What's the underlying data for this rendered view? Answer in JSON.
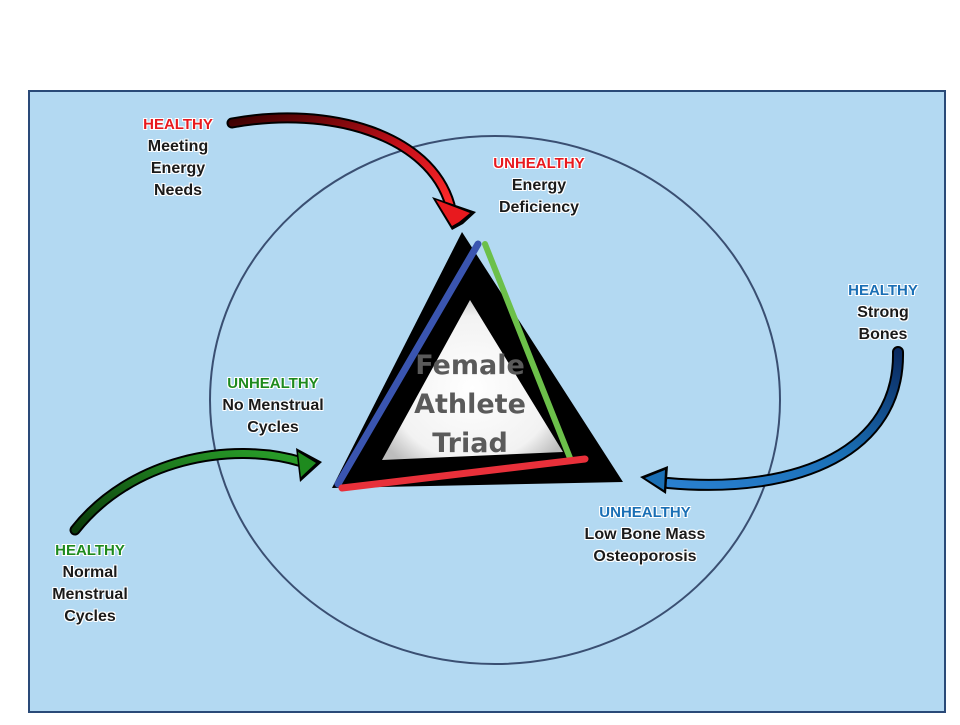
{
  "center": {
    "lines": [
      "Female",
      "Athlete",
      "Triad"
    ]
  },
  "labels": {
    "energy_healthy": {
      "status": "HEALTHY",
      "lines": [
        "Meeting",
        "Energy",
        "Needs"
      ]
    },
    "energy_unhealthy": {
      "status": "UNHEALTHY",
      "lines": [
        "Energy",
        "Deficiency"
      ]
    },
    "bone_healthy": {
      "status": "HEALTHY",
      "lines": [
        "Strong",
        "Bones"
      ]
    },
    "bone_unhealthy": {
      "status": "UNHEALTHY",
      "lines": [
        "Low Bone Mass",
        "Osteoporosis"
      ]
    },
    "menstrual_unhealthy": {
      "status": "UNHEALTHY",
      "lines": [
        "No Menstrual",
        "Cycles"
      ]
    },
    "menstrual_healthy": {
      "status": "HEALTHY",
      "lines": [
        "Normal",
        "Menstrual",
        "Cycles"
      ]
    }
  },
  "colors": {
    "panel_fill": "#b3d9f2",
    "panel_border": "#2a4a78",
    "circle_stroke": "#3a4f72",
    "energy": "#e8191e",
    "bone": "#1a6fb5",
    "menstrual": "#1e8a1e",
    "triangle_fill": "#000000",
    "triangle_blue": "#3a55b0",
    "triangle_green": "#6cc04a",
    "triangle_red": "#e8303a"
  }
}
